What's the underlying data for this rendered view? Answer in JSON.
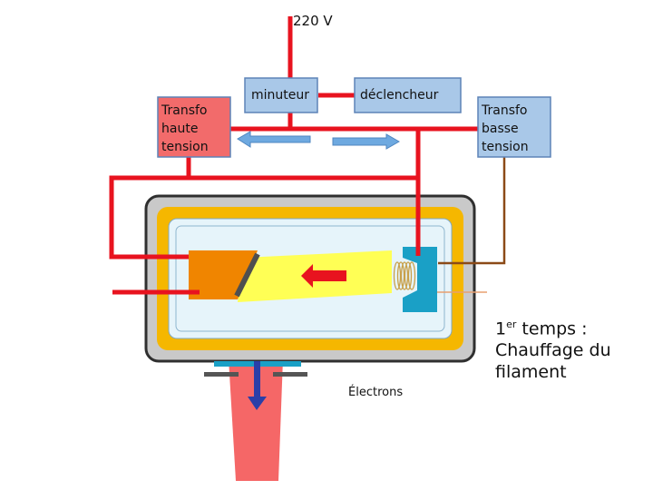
{
  "labels": {
    "supply_voltage": "220 V",
    "transfo_high": "Transfo\nhaute\ntension",
    "timer": "minuteur",
    "trigger": "déclencheur",
    "transfo_low": "Transfo\nbasse\ntension",
    "electrons": "Électrons"
  },
  "caption": {
    "ordinal": "1",
    "ordinal_suffix": "er",
    "line1_rest": " temps :",
    "line2": "Chauffage du",
    "line3": "filament"
  },
  "colors": {
    "wire_red": "#e8131f",
    "wire_brown": "#8b4a17",
    "transfo_high_fill": "#f26b6b",
    "box_blue": "#a9c8e8",
    "box_border": "#5d83b7",
    "tube_outer": "#2f2f2f",
    "tube_grey": "#c9c9c9",
    "tube_yellow": "#f5b700",
    "tube_inner": "#e6f4fa",
    "anode_orange": "#f08500",
    "beam_yellow": "#ffff55",
    "cathode_teal": "#1aa0c6",
    "filament": "#c8a04a",
    "arrow_blue": "#6ea9e0",
    "xray_pink": "#f56767",
    "arrow_navy": "#2a3fa8"
  }
}
